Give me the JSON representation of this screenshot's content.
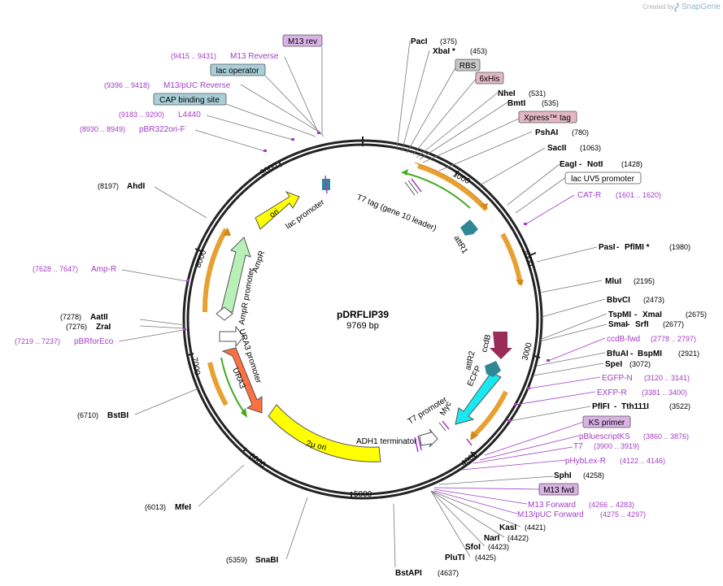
{
  "header": {
    "credit": "Created by",
    "brand": "SnapGene"
  },
  "plasmid": {
    "name": "pDRFLIP39",
    "length": "9769 bp"
  },
  "ticks": [
    "1000",
    "2000",
    "3000",
    "4000",
    "5000",
    "6000",
    "7000",
    "8000",
    "9000"
  ],
  "labels": {
    "m13rev": "M13 rev",
    "m13reverse": {
      "name": "M13 Reverse",
      "pos": "(9415 .. 9431)"
    },
    "lacop": "lac operator",
    "m13puc": {
      "name": "M13/pUC Reverse",
      "pos": "(9396 .. 9418)"
    },
    "cap": "CAP binding site",
    "l4440": {
      "name": "L4440",
      "pos": "(9183 .. 9200)"
    },
    "pbr322": {
      "name": "pBR322ori-F",
      "pos": "(8930 .. 8949)"
    },
    "ahdi": {
      "name": "AhdI",
      "pos": "(8197)"
    },
    "ampr_primer": {
      "name": "Amp-R",
      "pos": "(7628 .. 7647)"
    },
    "aatii": {
      "name": "AatII",
      "pos": "(7278)"
    },
    "zrai": {
      "name": "ZraI",
      "pos": "(7276)"
    },
    "pbrfor": {
      "name": "pBRforEco",
      "pos": "(7219 .. 7237)"
    },
    "bstbi": {
      "name": "BstBI",
      "pos": "(6710)"
    },
    "mfei": {
      "name": "MfeI",
      "pos": "(6013)"
    },
    "snabi": {
      "name": "SnaBI",
      "pos": "(5359)"
    },
    "bstapi": {
      "name": "BstAPI",
      "pos": "(4637)"
    },
    "pluti": {
      "name": "PluTI",
      "pos": "(4425)"
    },
    "sfoi": {
      "name": "SfoI",
      "pos": "(4423)"
    },
    "nari": {
      "name": "NarI",
      "pos": "(4422)"
    },
    "kasi": {
      "name": "KasI",
      "pos": "(4421)"
    },
    "m13pucfwd": {
      "name": "M13/pUC Forward",
      "pos": "(4275 .. 4297)"
    },
    "m13forward": {
      "name": "M13 Forward",
      "pos": "(4266 .. 4283)"
    },
    "m13fwd": "M13 fwd",
    "sphi": {
      "name": "SphI",
      "pos": "(4258)"
    },
    "phyblex": {
      "name": "pHybLex-R",
      "pos": "(4122 .. 4146)"
    },
    "t7primer": {
      "name": "T7",
      "pos": "(3900 .. 3919)"
    },
    "pbluescript": {
      "name": "pBluescriptKS",
      "pos": "(3860 .. 3876)"
    },
    "ksprimer": "KS primer",
    "pflfi": {
      "name": "PflFI",
      "name2": "Tth111I",
      "pos": "(3522)"
    },
    "exfp": {
      "name": "EXFP-R",
      "pos": "(3381 .. 3400)"
    },
    "egfp": {
      "name": "EGFP-N",
      "pos": "(3120 .. 3141)"
    },
    "spei": {
      "name": "SpeI",
      "pos": "(3072)"
    },
    "bfuai": {
      "name": "BfuAI",
      "name2": "BspMI",
      "pos": "(2921)"
    },
    "ccdbfwd": {
      "name": "ccdB-fwd",
      "pos": "(2778 .. 2797)"
    },
    "smai": {
      "name": "SmaI",
      "name2": "SrfI",
      "pos": "(2677)"
    },
    "tspmi": {
      "name": "TspMI",
      "name2": "XmaI",
      "pos": "(2675)"
    },
    "bbvci": {
      "name": "BbvCI",
      "pos": "(2473)"
    },
    "mlui": {
      "name": "MluI",
      "pos": "(2195)"
    },
    "pasi": {
      "name": "PasI",
      "name2": "PflMI *",
      "pos": "(1980)"
    },
    "catr": {
      "name": "CAT-R",
      "pos": "(1601 .. 1620)"
    },
    "lacuv5": "lac UV5 promoter",
    "eagi": {
      "name": "EagI",
      "name2": "NotI",
      "pos": "(1428)"
    },
    "sacii": {
      "name": "SacII",
      "pos": "(1063)"
    },
    "pshai": {
      "name": "PshAI",
      "pos": "(780)"
    },
    "xpress": "Xpress™ tag",
    "bmti": {
      "name": "BmtI",
      "pos": "(535)"
    },
    "nhei": {
      "name": "NheI",
      "pos": "(531)"
    },
    "sixhis": "6xHis",
    "rbs": "RBS",
    "xbai": {
      "name": "XbaI *",
      "pos": "(453)"
    },
    "paci": {
      "name": "PacI",
      "pos": "(375)"
    }
  },
  "features": {
    "t7tag": "T7 tag (gene 10 leader)",
    "attr1": "attR1",
    "ori": "ori",
    "lacpromoter": "lac promoter",
    "ampr": "AmpR",
    "amprpromoter": "AmpR promoter",
    "ura3promoter": "URA3 promoter",
    "ura3": "URA3",
    "twomu": "2μ ori",
    "adh1": "ADH1 terminator",
    "t7promoter": "T7 promoter",
    "myc": "Myc",
    "ecfp": "ECFP",
    "attr2": "attR2",
    "ccdb": "ccdB"
  },
  "colors": {
    "backbone": "#222222",
    "primer": "#a23cc6",
    "primerbox": "#d9b3e6",
    "bluebox": "#a8cfd8",
    "pinkbox": "#e3b8c4",
    "graybox": "#c8c8c8",
    "ori": "#ffff00",
    "ampr": "#b8f0b8",
    "ura3": "#ff7040",
    "ecfp": "#18e8f0",
    "attr": "#2f8896",
    "ccdb": "#9a2d58",
    "orange": "#e8a030",
    "green": "#44aa22"
  }
}
